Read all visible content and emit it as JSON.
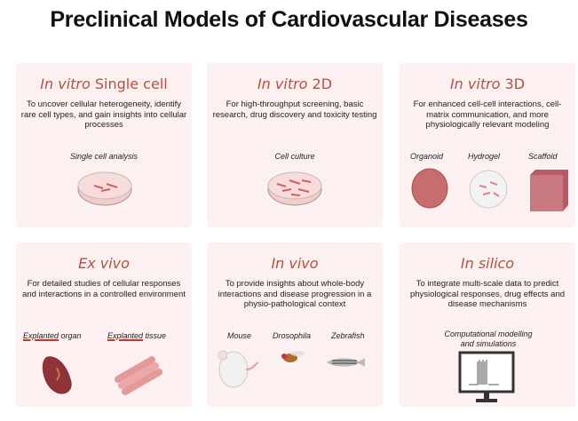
{
  "title": "Preclinical Models of Cardiovascular Diseases",
  "colors": {
    "accent": "#b9503d",
    "panel": "#fcf1f0"
  },
  "panels": [
    {
      "title_italic": "In vitro",
      "title_rest": " Single cell",
      "description": "To uncover cellular heterogeneity, identify rare cell types, and gain insights into cellular processes",
      "items": [
        "Single cell analysis"
      ]
    },
    {
      "title_italic": "In vitro",
      "title_rest": " 2D",
      "description": "For high-throughput screening, basic research, drug discovery and toxicity testing",
      "items": [
        "Cell culture"
      ]
    },
    {
      "title_italic": "In vitro",
      "title_rest": " 3D",
      "description": "For enhanced cell-cell interactions, cell-matrix communication, and more physiologically relevant modeling",
      "items": [
        "Organoid",
        "Hydrogel",
        "Scaffold"
      ]
    },
    {
      "title_italic": "Ex vivo",
      "title_rest": "",
      "description": "For detailed studies of cellular responses and interactions in a controlled environment",
      "items": [
        "Explanted",
        "organ",
        "Explanted",
        "tissue"
      ]
    },
    {
      "title_italic": "In vivo",
      "title_rest": "",
      "description": "To provide insights about whole-body interactions and disease progression in a physio-pathological context",
      "items": [
        "Mouse",
        "Drosophila",
        "Zebrafish"
      ]
    },
    {
      "title_italic": "In silico",
      "title_rest": "",
      "description": "To integrate multi-scale data to predict physiological responses, drug effects and disease mechanisms",
      "items": [
        "Computational modelling and simulations"
      ]
    }
  ]
}
